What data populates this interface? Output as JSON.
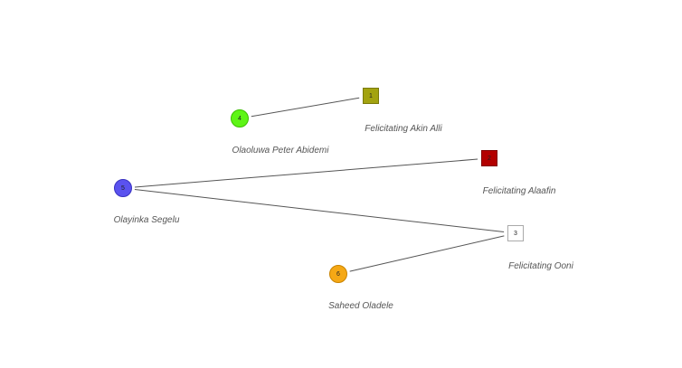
{
  "graph": {
    "nodes": [
      {
        "id": "1",
        "label": "Felicitating Akin Alli",
        "shape": "square",
        "color": "#a3a310",
        "border": "#7a7a0a"
      },
      {
        "id": "2",
        "label": "Felicitating Alaafin",
        "shape": "square",
        "color": "#b30000",
        "border": "#800000"
      },
      {
        "id": "3",
        "label": "Felicitating Ooni",
        "shape": "square",
        "color": "#ffffff",
        "border": "#aaaaaa"
      },
      {
        "id": "4",
        "label": "Olaoluwa Peter Abidemi",
        "shape": "circle",
        "color": "#5ef516",
        "border": "#3cc000"
      },
      {
        "id": "5",
        "label": "Olayinka Segelu",
        "shape": "circle",
        "color": "#5a52ef",
        "border": "#3a33c0"
      },
      {
        "id": "6",
        "label": "Saheed Oladele",
        "shape": "circle",
        "color": "#f5a815",
        "border": "#c98300"
      }
    ],
    "edges": [
      {
        "from": "4",
        "to": "1"
      },
      {
        "from": "5",
        "to": "2"
      },
      {
        "from": "5",
        "to": "3"
      },
      {
        "from": "6",
        "to": "3"
      }
    ]
  }
}
